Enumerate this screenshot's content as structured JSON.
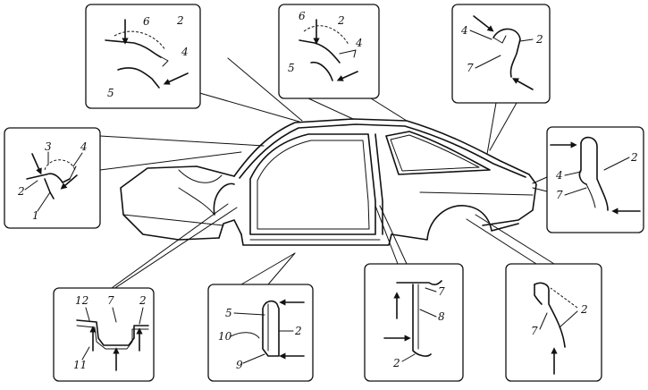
{
  "callouts": [
    {
      "id": "left-sill-roof",
      "labels": [
        "3",
        "4",
        "2",
        "1"
      ]
    },
    {
      "id": "roof-front",
      "labels": [
        "6",
        "2",
        "4",
        "5"
      ]
    },
    {
      "id": "roof-mid",
      "labels": [
        "6",
        "2",
        "4",
        "5"
      ]
    },
    {
      "id": "roof-rear",
      "labels": [
        "4",
        "2",
        "7"
      ]
    },
    {
      "id": "rear-pillar",
      "labels": [
        "2",
        "4",
        "7"
      ]
    },
    {
      "id": "floor-sill",
      "labels": [
        "12",
        "7",
        "2",
        "11"
      ]
    },
    {
      "id": "door-sill",
      "labels": [
        "5",
        "10",
        "2",
        "9"
      ]
    },
    {
      "id": "b-pillar",
      "labels": [
        "7",
        "8",
        "2"
      ]
    },
    {
      "id": "wheel-arch",
      "labels": [
        "2",
        "7"
      ]
    }
  ]
}
